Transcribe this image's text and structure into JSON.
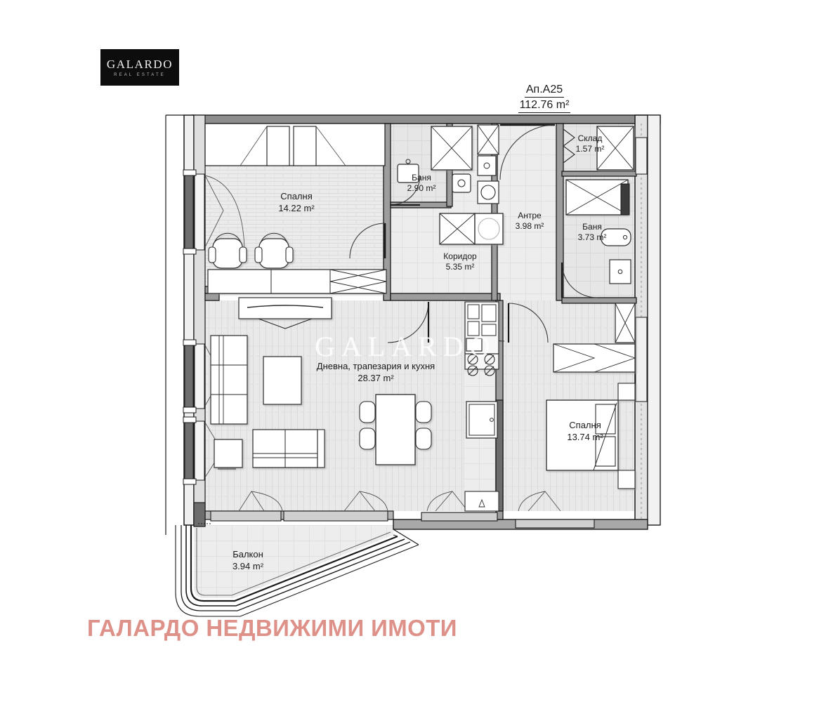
{
  "brand": {
    "logo_line1": "GALARDO",
    "logo_line2": "REAL ESTATE",
    "watermark_center": "GALARDO",
    "watermark_bottom": "ГАЛАРДО НЕДВИЖИМИ ИМОТИ",
    "watermark_bottom_color": "#dd9189",
    "logo_bg": "#0d0d0d"
  },
  "plan": {
    "apartment_label": "Ап.А25",
    "total_area": "112.76 m²",
    "unit": "m²",
    "rooms": [
      {
        "id": "bedroom-1",
        "name": "Спалня",
        "area": "14.22 m²"
      },
      {
        "id": "bathroom-1",
        "name": "Баня",
        "area": "2.90 m²"
      },
      {
        "id": "hall",
        "name": "Антре",
        "area": "3.98 m²"
      },
      {
        "id": "corridor",
        "name": "Коридор",
        "area": "5.35 m²"
      },
      {
        "id": "storage",
        "name": "Склад",
        "area": "1.57 m²"
      },
      {
        "id": "bathroom-2",
        "name": "Баня",
        "area": "3.73 m²"
      },
      {
        "id": "living",
        "name": "Дневна, трапезария и кухня",
        "area": "28.37 m²"
      },
      {
        "id": "bedroom-2",
        "name": "Спалня",
        "area": "13.74 m²"
      },
      {
        "id": "balcony",
        "name": "Балкон",
        "area": "3.94 m²"
      }
    ],
    "colors": {
      "wall": "#1a1a1a",
      "wall_fill": "#9a9a9a",
      "floor_light": "#ececec",
      "floor_room": "#e8e8e8",
      "furniture_stroke": "#2b2b2b",
      "furniture_fill": "#ffffff"
    }
  }
}
